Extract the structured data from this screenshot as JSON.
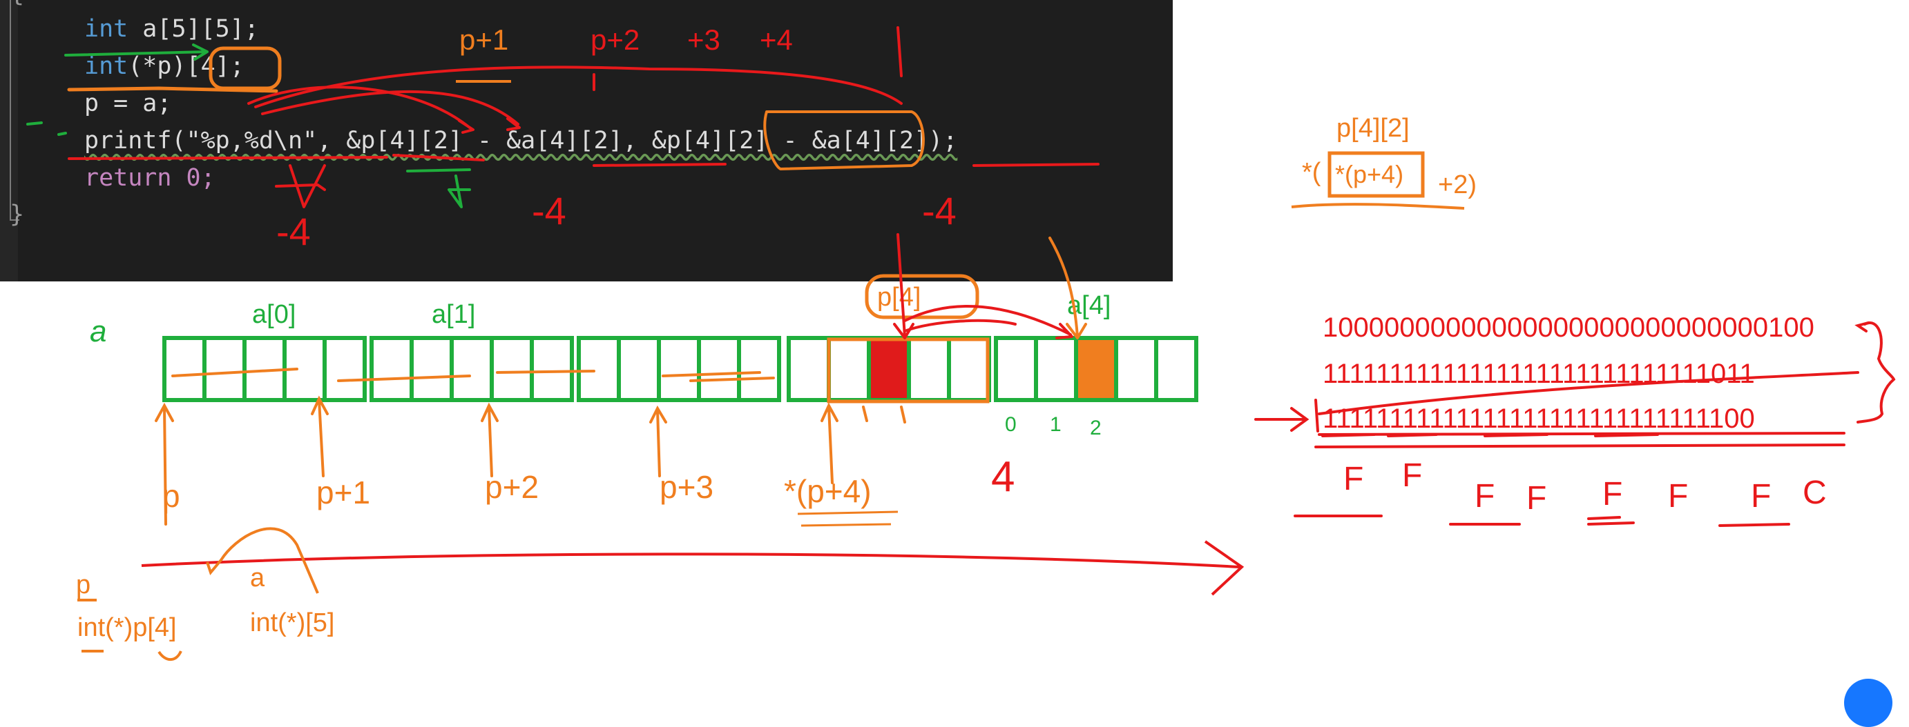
{
  "code": {
    "line1": "int a[5][5];",
    "line2": "int(*p)[4];",
    "line3": "p = a;",
    "line4": "printf(\"%p,%d\\n\", &p[4][2] - &a[4][2], &p[4][2] - &a[4][2]);",
    "line5": "return 0;",
    "brace_top": "{",
    "brace_bottom": "}"
  },
  "annotations": {
    "code_p1": "p+1",
    "code_p2": "p+2",
    "code_p3": "+3",
    "code_p4": "+4",
    "neg4_a": "-4",
    "neg4_b": "-4",
    "neg4_c": "-4",
    "formula_title": "p[4][2]",
    "formula_open": "*(",
    "formula_boxed": "*(p+4)",
    "formula_close": "+2)",
    "greek_a": "a",
    "row_labels": [
      "a[0]",
      "a[1]",
      "a[4]"
    ],
    "p4_box": "p[4]",
    "pointer_labels": [
      "p",
      "p+1",
      "p+2",
      "p+3",
      "*(p+4)"
    ],
    "index_labels": [
      "0",
      "1",
      "2"
    ],
    "four": "4",
    "decl_p_var": "p",
    "decl_p_type": "int(*)p[4]",
    "decl_a_var": "a",
    "decl_a_type": "int(*)[5]"
  },
  "binary": {
    "row1": "10000000000000000000000000000100",
    "row2": "11111111111111111111111111111011",
    "row3": "11111111111111111111111111111100"
  },
  "hex_letters": [
    "F",
    "F",
    "F",
    "F",
    "F",
    "F",
    "F",
    "C"
  ],
  "colors": {
    "code_bg": "#1e1e1e",
    "keyword": "#569cd6",
    "ink_red": "#e8191b",
    "ink_orange": "#f07e1f",
    "ink_green": "#1fae3c",
    "cell_red": "#e01b1b",
    "cell_orange": "#f07e1f"
  }
}
